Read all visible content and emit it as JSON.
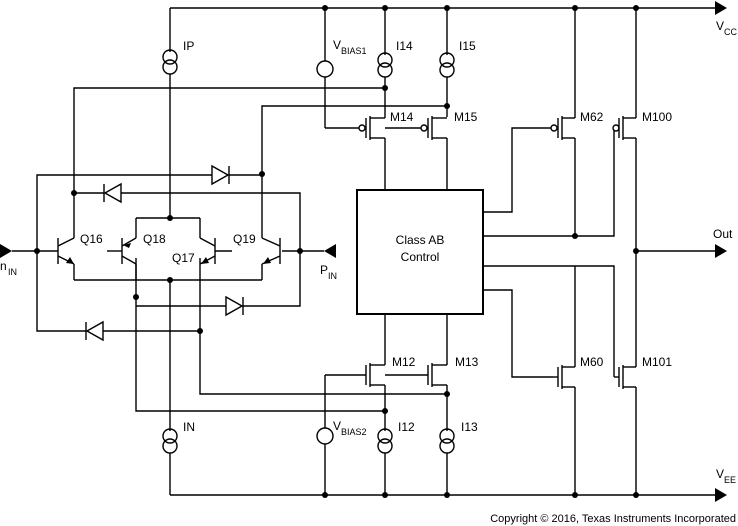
{
  "rails": {
    "vcc_main": "V",
    "vcc_sub": "CC",
    "vee_main": "V",
    "vee_sub": "EE"
  },
  "pins": {
    "nin_main": "n",
    "nin_sub": "IN",
    "pin_main": "P",
    "pin_sub": "IN",
    "out": "Out"
  },
  "sources": {
    "ip": "IP",
    "in": "IN",
    "vbias1_main": "V",
    "vbias1_sub": "BIAS1",
    "vbias2_main": "V",
    "vbias2_sub": "BIAS2",
    "i14": "I14",
    "i15": "I15",
    "i12": "I12",
    "i13": "I13"
  },
  "transistors": {
    "q16": "Q16",
    "q17": "Q17",
    "q18": "Q18",
    "q19": "Q19",
    "m14": "M14",
    "m15": "M15",
    "m12": "M12",
    "m13": "M13",
    "m62": "M62",
    "m100": "M100",
    "m60": "M60",
    "m101": "M101"
  },
  "control_block": {
    "line1": "Class AB",
    "line2": "Control"
  },
  "copyright": "Copyright © 2016, Texas Instruments Incorporated"
}
